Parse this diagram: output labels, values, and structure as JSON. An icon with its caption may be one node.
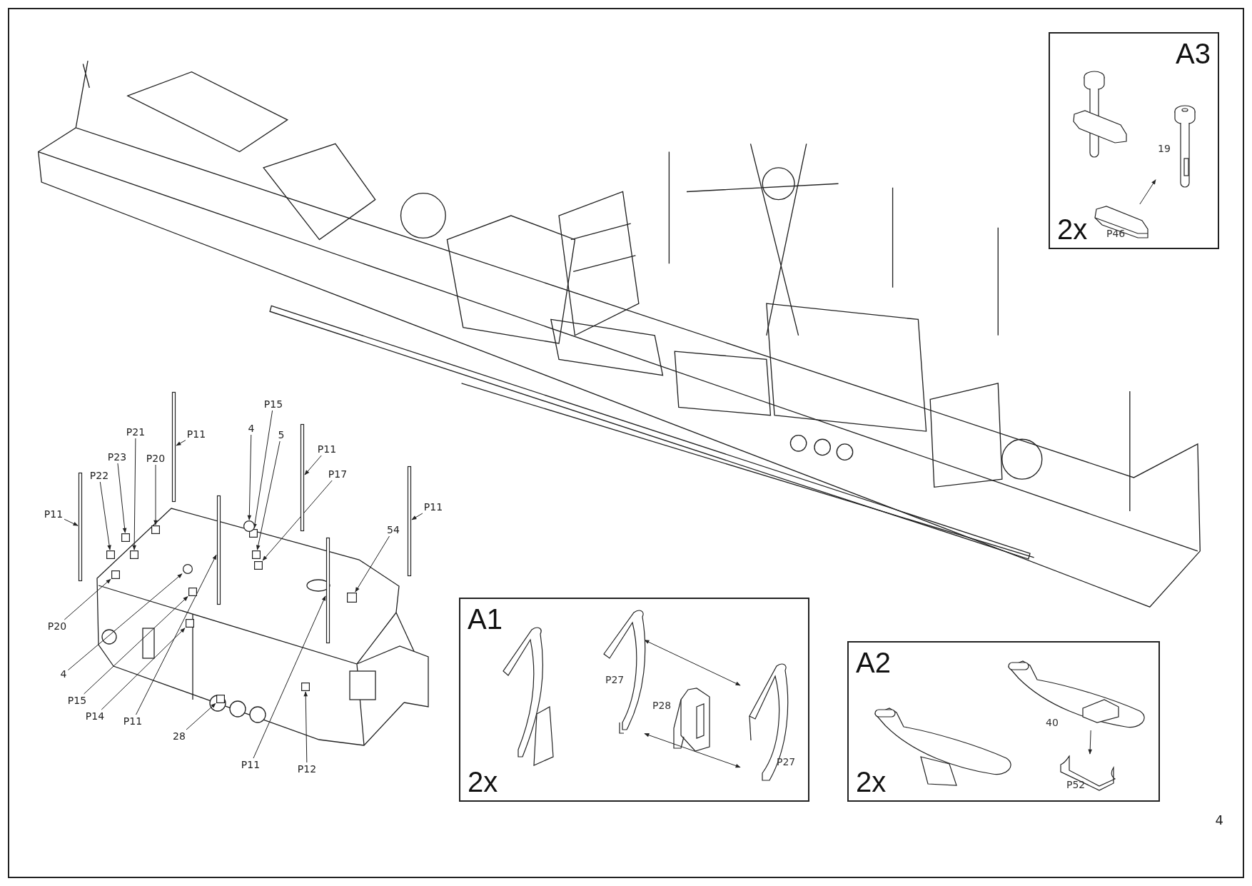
{
  "diagram": {
    "nodes": [
      {
        "text": [
          "A3",
          "2x"
        ]
      },
      {
        "text": [
          "19"
        ],
        "in": 0
      },
      {
        "text": [
          "P46"
        ],
        "in": 0
      },
      {
        "text": [
          "A1",
          "2x"
        ]
      },
      {
        "text": [
          "P27"
        ],
        "in": 3
      },
      {
        "text": [
          "P28"
        ],
        "in": 3
      },
      {
        "text": [
          "P27"
        ],
        "in": 3
      },
      {
        "text": [
          "A2",
          "2x"
        ]
      },
      {
        "text": [
          "40"
        ],
        "in": 7
      },
      {
        "text": [
          "P52"
        ],
        "in": 7
      },
      {
        "text": [
          "P15"
        ]
      },
      {
        "text": [
          "4"
        ]
      },
      {
        "text": [
          "P21"
        ]
      },
      {
        "text": [
          "P11"
        ]
      },
      {
        "text": [
          "5"
        ]
      },
      {
        "text": [
          "P11"
        ]
      },
      {
        "text": [
          "P23"
        ]
      },
      {
        "text": [
          "P20"
        ]
      },
      {
        "text": [
          "P17"
        ]
      },
      {
        "text": [
          "P22"
        ]
      },
      {
        "text": [
          "P11"
        ]
      },
      {
        "text": [
          "P11"
        ]
      },
      {
        "text": [
          "54"
        ]
      },
      {
        "text": [
          "P20"
        ]
      },
      {
        "text": [
          "4"
        ]
      },
      {
        "text": [
          "P15"
        ]
      },
      {
        "text": [
          "P14"
        ]
      },
      {
        "text": [
          "P11"
        ]
      },
      {
        "text": [
          "28"
        ]
      },
      {
        "text": [
          "P11"
        ]
      },
      {
        "text": [
          "P12"
        ]
      },
      {
        "text": [],
        "shape": "box"
      },
      {
        "text": [],
        "shape": "circle"
      },
      {
        "text": [],
        "shape": "box"
      },
      {
        "text": [],
        "shape": "bar"
      },
      {
        "text": [],
        "shape": "box"
      },
      {
        "text": [],
        "shape": "bar"
      },
      {
        "text": [],
        "shape": "box"
      },
      {
        "text": [],
        "shape": "box"
      },
      {
        "text": [],
        "shape": "box"
      },
      {
        "text": [],
        "shape": "box"
      },
      {
        "text": [],
        "shape": "bar"
      },
      {
        "text": [],
        "shape": "bar"
      },
      {
        "text": [],
        "shape": "box"
      },
      {
        "text": [],
        "shape": "box"
      },
      {
        "text": [],
        "shape": "circle"
      },
      {
        "text": [],
        "shape": "box"
      },
      {
        "text": [],
        "shape": "box"
      },
      {
        "text": [],
        "shape": "bar"
      },
      {
        "text": [],
        "shape": "box"
      },
      {
        "text": [],
        "shape": "bar"
      },
      {
        "text": [],
        "shape": "box"
      }
    ],
    "edges": [
      {
        "from": 2,
        "to": 1,
        "arrow": "to"
      },
      {
        "from": 4,
        "to": 6,
        "arrow": "both"
      },
      {
        "from": 4,
        "to": 6,
        "arrow": "both"
      },
      {
        "from": 8,
        "to": 9,
        "arrow": "to"
      },
      {
        "from": 10,
        "to": 31,
        "arrow": "to"
      },
      {
        "from": 11,
        "to": 32,
        "arrow": "to"
      },
      {
        "from": 12,
        "to": 33,
        "arrow": "to"
      },
      {
        "from": 13,
        "to": 34,
        "arrow": "to"
      },
      {
        "from": 14,
        "to": 35,
        "arrow": "to"
      },
      {
        "from": 15,
        "to": 36,
        "arrow": "to"
      },
      {
        "from": 16,
        "to": 37,
        "arrow": "to"
      },
      {
        "from": 17,
        "to": 38,
        "arrow": "to"
      },
      {
        "from": 18,
        "to": 39,
        "arrow": "to"
      },
      {
        "from": 19,
        "to": 40,
        "arrow": "to"
      },
      {
        "from": 20,
        "to": 41,
        "arrow": "to"
      },
      {
        "from": 21,
        "to": 42,
        "arrow": "to"
      },
      {
        "from": 22,
        "to": 43,
        "arrow": "to"
      },
      {
        "from": 23,
        "to": 44,
        "arrow": "to"
      },
      {
        "from": 24,
        "to": 45,
        "arrow": "to"
      },
      {
        "from": 25,
        "to": 46,
        "arrow": "to"
      },
      {
        "from": 26,
        "to": 47,
        "arrow": "to"
      },
      {
        "from": 27,
        "to": 48,
        "arrow": "to"
      },
      {
        "from": 28,
        "to": 49,
        "arrow": "to"
      },
      {
        "from": 29,
        "to": 50,
        "arrow": "to"
      },
      {
        "from": 30,
        "to": 51,
        "arrow": "to"
      }
    ],
    "labels": [
      "4"
    ]
  }
}
